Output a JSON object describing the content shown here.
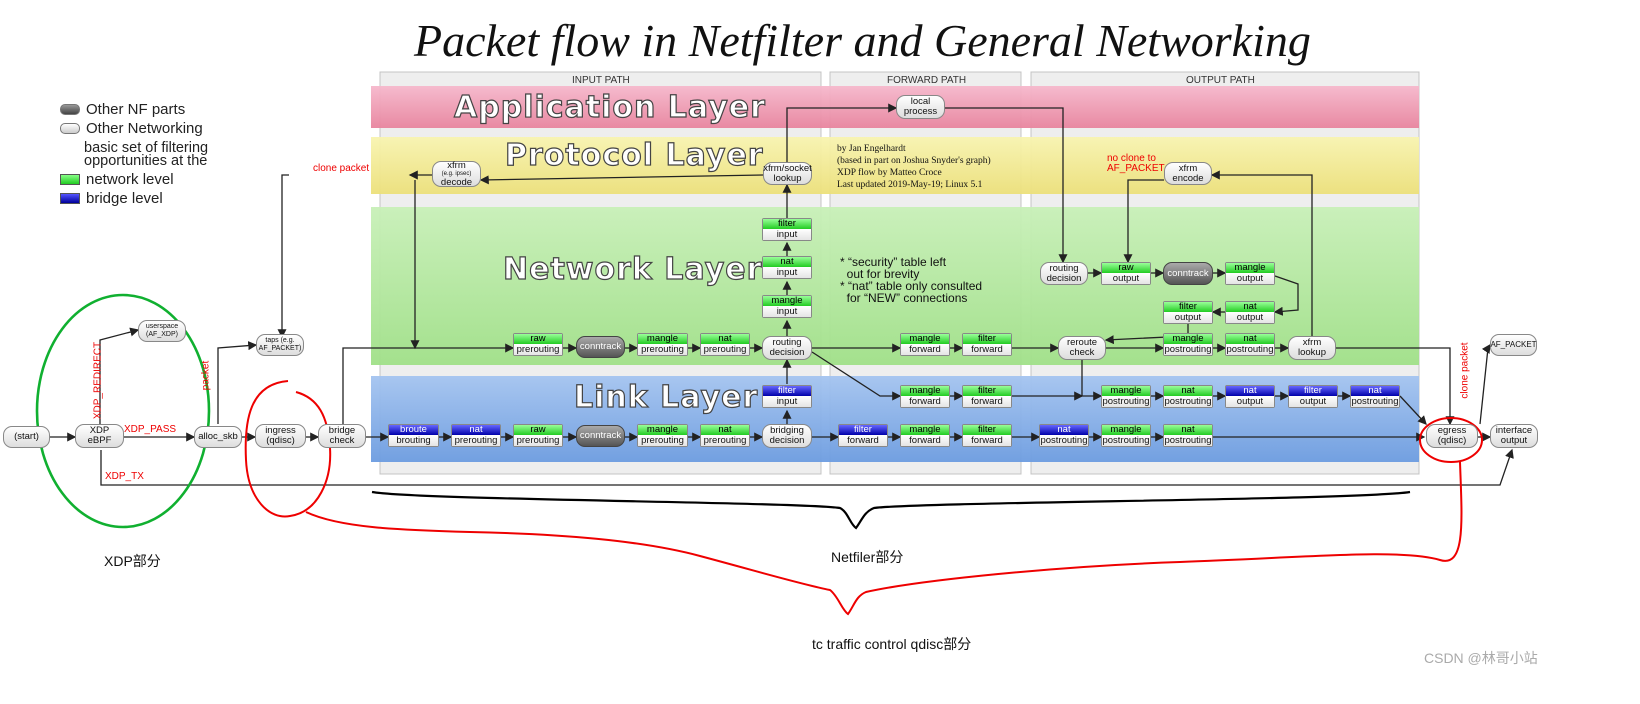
{
  "title": "Packet flow in Netfilter and General Networking",
  "legend": {
    "other_nf_parts": "Other NF parts",
    "other_networking": "Other Networking",
    "basic_set": "basic set of filtering opportunities at the",
    "network_level": "network level",
    "bridge_level": "bridge level"
  },
  "paths": {
    "input": "INPUT PATH",
    "forward": "FORWARD PATH",
    "output": "OUTPUT PATH"
  },
  "layers": {
    "application": "Application Layer",
    "protocol": "Protocol Layer",
    "network": "Network Layer",
    "link": "Link Layer"
  },
  "credits": [
    "by Jan Engelhardt",
    "(based in part on Joshua Snyder's graph)",
    "XDP flow by Matteo Croce",
    "Last updated 2019-May-19; Linux 5.1"
  ],
  "notes": [
    "* “security” table left",
    "  out for brevity",
    "* “nat” table only consulted",
    "  for “NEW” connections"
  ],
  "nodes": {
    "local_process": [
      "local",
      "process"
    ],
    "xfrm_decode": [
      "xfrm",
      "(e.g. ipsec)",
      "decode"
    ],
    "xfrm_socket_lookup": [
      "xfrm/socket",
      "lookup"
    ],
    "xfrm_encode": [
      "xfrm",
      "encode"
    ],
    "routing_decision_out": [
      "routing",
      "decision"
    ],
    "conntrack": [
      "conntrack"
    ],
    "routing_decision": [
      "routing",
      "decision"
    ],
    "reroute_check": [
      "reroute",
      "check"
    ],
    "xfrm_lookup": [
      "xfrm",
      "lookup"
    ],
    "userspace": [
      "userspace",
      "(AF_XDP)"
    ],
    "taps": [
      "taps (e.g.",
      "AF_PACKET)"
    ],
    "af_packet": [
      "AF_PACKET"
    ],
    "start": [
      "(start)"
    ],
    "xdp_ebpf": [
      "XDP",
      "eBPF"
    ],
    "alloc_skb": [
      "alloc_skb"
    ],
    "ingress": [
      "ingress",
      "(qdisc)"
    ],
    "bridge_check": [
      "bridge",
      "check"
    ],
    "bridging_decision": [
      "bridging",
      "decision"
    ],
    "egress": [
      "egress",
      "(qdisc)"
    ],
    "interface_output": [
      "interface",
      "output"
    ]
  },
  "chains": {
    "filter": "filter",
    "nat": "nat",
    "mangle": "mangle",
    "raw": "raw",
    "broute": "broute",
    "input": "input",
    "output": "output",
    "prerouting": "prerouting",
    "postrouting": "postrouting",
    "forward": "forward",
    "brouting": "brouting"
  },
  "labels": {
    "clone_packet": "clone packet",
    "no_clone_1": "no clone to",
    "no_clone_2": "AF_PACKET",
    "xdp_redirect": "XDP_REDIRECT",
    "xdp_pass": "XDP_PASS",
    "xdp_tx": "XDP_TX",
    "packet": "packet",
    "clone_packet_right": "clone packet"
  },
  "captions": {
    "xdp": "XDP部分",
    "netfilter": "Netfiler部分",
    "tc": "tc traffic control qdisc部分"
  },
  "watermark": "CSDN @林哥小站",
  "colors": {
    "application_band": "#f0a0b8",
    "protocol_band": "#f4ee90",
    "network_band": "#b8eaa0",
    "link_band": "#8cb4ea",
    "network_level": "#33cc33",
    "bridge_level": "#1a1aaa",
    "annotation": "#e00000"
  }
}
